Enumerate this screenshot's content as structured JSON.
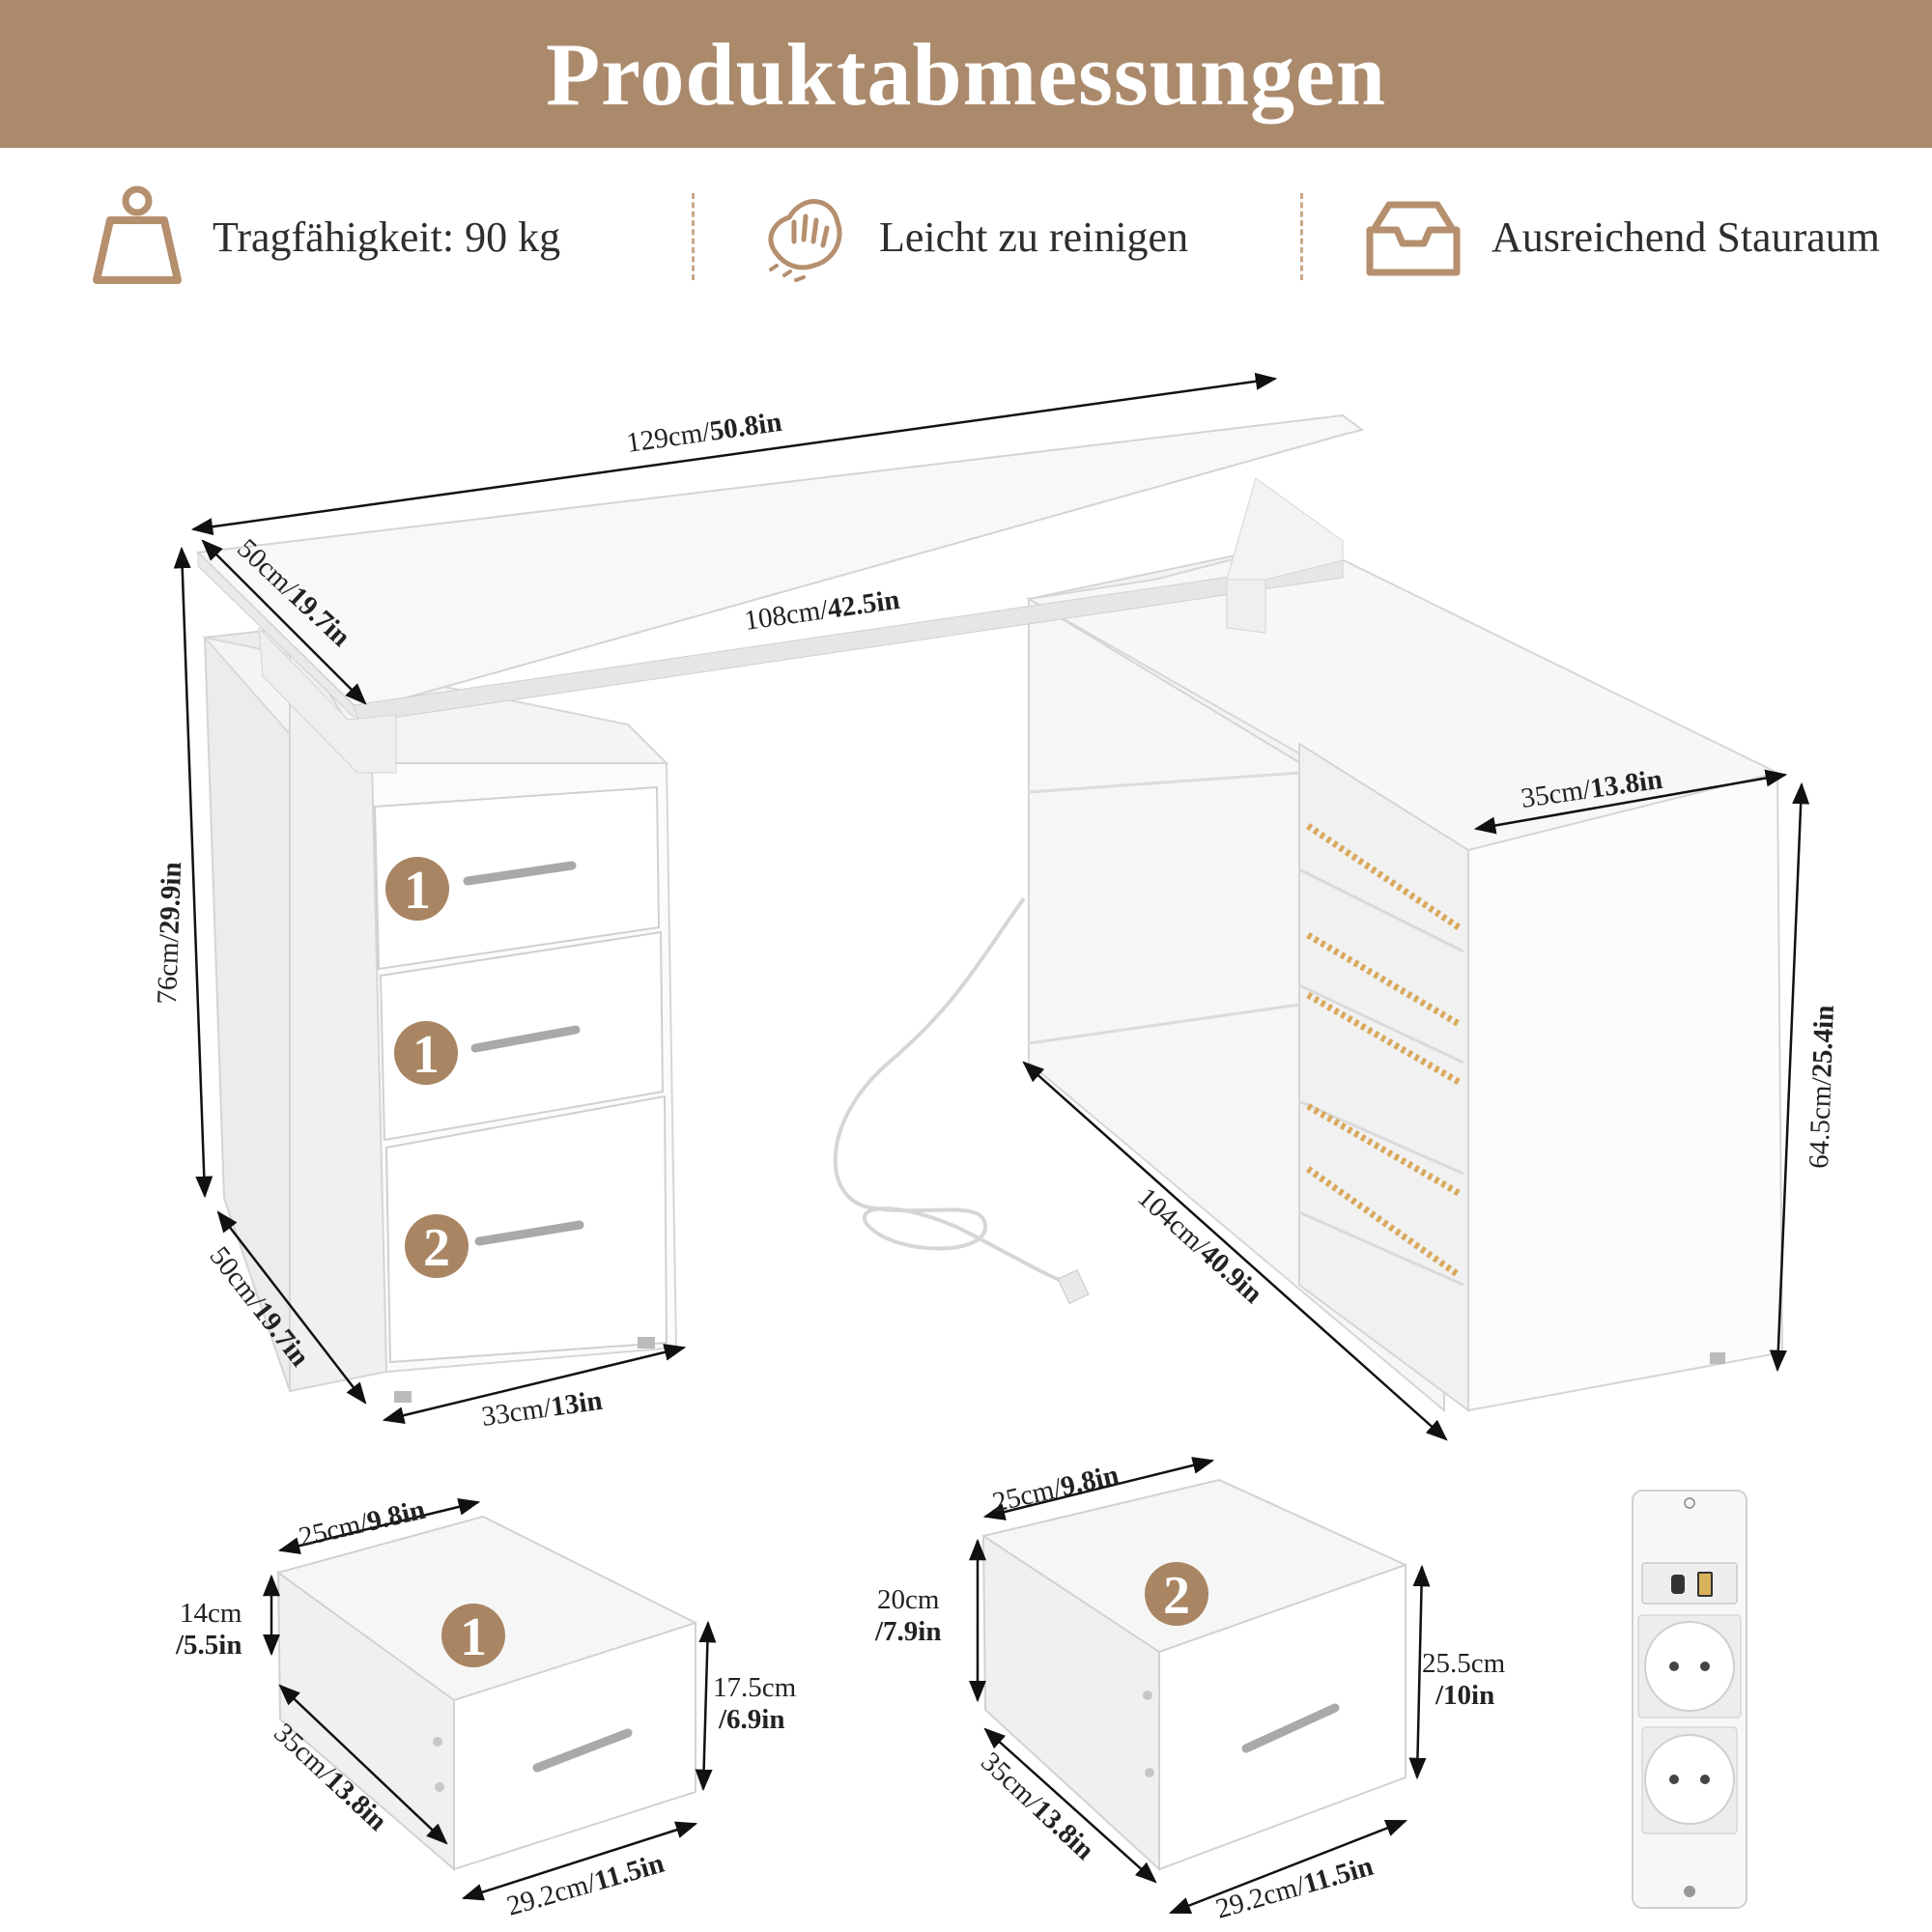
{
  "header": {
    "title": "Produktabmessungen"
  },
  "colors": {
    "accent": "#ab8a6c",
    "icon": "#b58f6e",
    "badge": "#a98563",
    "led": "#d9a85a"
  },
  "features": [
    {
      "icon": "weight-icon",
      "label": "Tragfähigkeit: 90 kg"
    },
    {
      "icon": "cleaning-hand-icon",
      "label": "Leicht zu reinigen"
    },
    {
      "icon": "storage-tray-icon",
      "label": "Ausreichend Stauraum"
    }
  ],
  "dimensions": {
    "top_width": {
      "cm": "129cm/",
      "in": "50.8in"
    },
    "top_depth": {
      "cm": "50cm/",
      "in": "19.7in"
    },
    "inner_width": {
      "cm": "108cm/",
      "in": "42.5in"
    },
    "height": {
      "cm": "76cm/",
      "in": "29.9in"
    },
    "cabinet_depth": {
      "cm": "50cm/",
      "in": "19.7in"
    },
    "cabinet_width": {
      "cm": "33cm/",
      "in": "13in"
    },
    "shelf_depth": {
      "cm": "35cm/",
      "in": "13.8in"
    },
    "shelf_length": {
      "cm": "104cm/",
      "in": "40.9in"
    },
    "shelf_height": {
      "cm": "64.5cm/",
      "in": "25.4in"
    }
  },
  "drawers": {
    "small": {
      "badge": "1",
      "width": {
        "cm": "25cm/",
        "in": "9.8in"
      },
      "inner_height": {
        "cm": "14cm",
        "in": "/5.5in"
      },
      "front_height": {
        "cm": "17.5cm",
        "in": "/6.9in"
      },
      "depth": {
        "cm": "35cm/",
        "in": "13.8in"
      },
      "front_width": {
        "cm": "29.2cm/",
        "in": "11.5in"
      }
    },
    "large": {
      "badge": "2",
      "width": {
        "cm": "25cm/",
        "in": "9.8in"
      },
      "inner_height": {
        "cm": "20cm",
        "in": "/7.9in"
      },
      "front_height": {
        "cm": "25.5cm",
        "in": "/10in"
      },
      "depth": {
        "cm": "35cm/",
        "in": "13.8in"
      },
      "front_width": {
        "cm": "29.2cm/",
        "in": "11.5in"
      }
    }
  },
  "cabinet_badges": [
    "1",
    "1",
    "2"
  ]
}
